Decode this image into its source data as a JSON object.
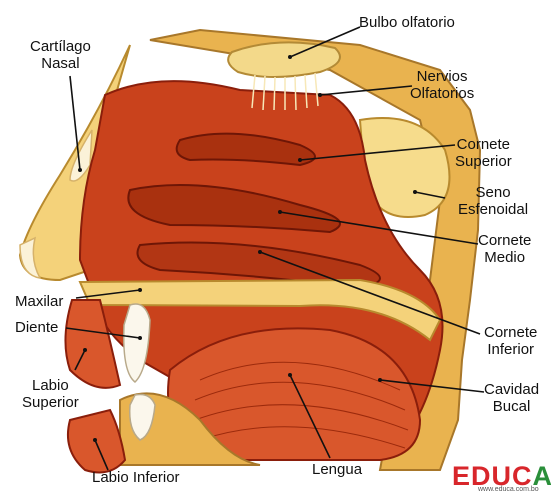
{
  "labels": {
    "bulbo_olfatorio": "Bulbo olfatorio",
    "cartilago_nasal": [
      "Cartílago",
      "Nasal"
    ],
    "nervios_olfatorios": [
      "Nervios",
      "Olfatorios"
    ],
    "cornete_superior": [
      "Cornete",
      "Superior"
    ],
    "seno_esfenoidal": [
      "Seno",
      "Esfenoidal"
    ],
    "cornete_medio": [
      "Cornete",
      "Medio"
    ],
    "maxilar": "Maxilar",
    "diente": "Diente",
    "cornete_inferior": [
      "Cornete",
      "Inferior"
    ],
    "labio_superior": [
      "Labio",
      "Superior"
    ],
    "cavidad_bucal": [
      "Cavidad",
      "Bucal"
    ],
    "lengua": "Lengua",
    "labio_inferior": "Labio Inferior"
  },
  "logo": {
    "text_before": "EDUC",
    "text_accent": "A",
    "site": "www.educa.com.bo",
    "color_main": "#d8262b",
    "color_accent": "#2a8f3a"
  },
  "colors": {
    "tissue": "#c9421c",
    "tissue_dark": "#8a1e0b",
    "bone": "#f4d27a",
    "bone_edge": "#b88a2e",
    "cartilage": "#fbf2d8",
    "mucosa": "#e06a3a"
  }
}
